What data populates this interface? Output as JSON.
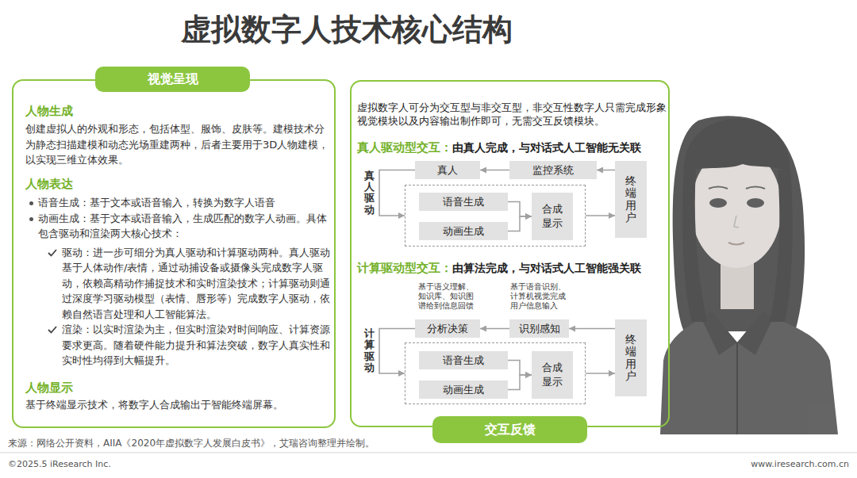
{
  "diagram": {
    "title": "虚拟数字人技术核心结构",
    "nodes": [
      {
        "text": [
          "视觉呈现",
          "人物生成",
          "创建虚拟人的外观和形态，包括体型、服饰、皮肤等。建模技术分为静态扫描建模和动态光场重建两种，后者主要用于3D人物建模，以实现三维立体效果。",
          "人物表达",
          "语音生成：基于文本或语音输入，转换为数字人语音",
          "动画生成：基于文本或语音输入，生成匹配的数字人动画。具体包含驱动和渲染两大核心技术：",
          "驱动：进一步可细分为真人驱动和计算驱动两种。真人驱动基于人体动作/表情，通过动捕设备或摄像头完成数字人驱动，依赖高精动作捕捉技术和实时渲染技术；计算驱动则通过深度学习驱动模型（表情、唇形等）完成数字人驱动，依赖自然语言处理和人工智能算法。",
          "渲染：以实时渲染为主，但实时渲染对时间响应、计算资源要求更高。随着硬件能力提升和算法突破，数字人真实性和实时性均得到大幅提升。",
          "人物显示",
          "基于终端显示技术，将数字人合成输出于智能终端屏幕。"
        ]
      },
      {
        "text": [
          "交互反馈",
          "虚拟数字人可分为交互型与非交互型，非交互性数字人只需完成形象视觉模块以及内容输出制作即可，无需交互反馈模块。",
          "真人驱动型交互：",
          "由真人完成，与对话式人工智能无关联",
          "计算驱动型交互：",
          "由算法完成，与对话式人工智能强关联"
        ]
      },
      {
        "text": [
          "真人"
        ],
        "in": 1
      },
      {
        "text": [
          "监控系统"
        ],
        "in": 1
      },
      {
        "text": [
          "终端用户"
        ],
        "in": 1
      },
      {
        "text": [],
        "in": 1
      },
      {
        "text": [
          "语音生成"
        ],
        "in": 5
      },
      {
        "text": [
          "动画生成"
        ],
        "in": 5
      },
      {
        "text": [
          "合成显示"
        ],
        "in": 5
      },
      {
        "text": [
          "分析决策"
        ],
        "in": 1
      },
      {
        "text": [
          "识别感知"
        ],
        "in": 1
      },
      {
        "text": [
          "终端用户"
        ],
        "in": 1
      },
      {
        "text": [],
        "in": 1
      },
      {
        "text": [
          "语音生成"
        ],
        "in": 12
      },
      {
        "text": [
          "动画生成"
        ],
        "in": 12
      },
      {
        "text": [
          "合成显示"
        ],
        "in": 12
      }
    ],
    "edges": [
      {
        "from": 4,
        "to": 3,
        "arrow": "to"
      },
      {
        "from": 3,
        "to": 2,
        "arrow": "to"
      },
      {
        "from": 2,
        "to": 5,
        "label": "真人驱动",
        "arrow": "to"
      },
      {
        "from": 6,
        "to": 8,
        "arrow": "to"
      },
      {
        "from": 7,
        "to": 8,
        "arrow": "to"
      },
      {
        "from": 5,
        "to": 4,
        "arrow": "to"
      },
      {
        "from": 11,
        "to": 10,
        "arrow": "to"
      },
      {
        "from": 10,
        "to": 9,
        "arrow": "to"
      },
      {
        "from": 9,
        "to": 12,
        "label": "计算驱动",
        "arrow": "to"
      },
      {
        "from": 13,
        "to": 15,
        "arrow": "to"
      },
      {
        "from": 14,
        "to": 15,
        "arrow": "to"
      },
      {
        "from": 12,
        "to": 11,
        "arrow": "to"
      }
    ],
    "labels": [
      "基于语义理解、知识库、知识图谱给到信息回馈",
      "基于语音识别、计算机视觉完成用户信息输入",
      "来源：网络公开资料，AIIA《2020年虚拟数字人发展白皮书》，艾瑞咨询整理并绘制。",
      "©2025.5 iResearch Inc.",
      "www.iresearch.com.cn"
    ]
  }
}
